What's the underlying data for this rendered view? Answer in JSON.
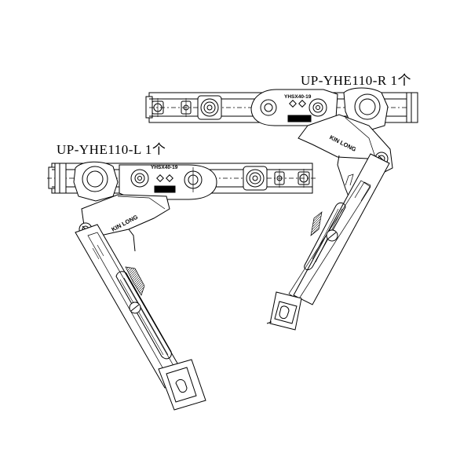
{
  "labels": {
    "right_part": "UP-YHE110-R 1个",
    "left_part": "UP-YHE110-L 1个",
    "brand_stamp": "KIN LONG",
    "model_stamp": "YHSX40-19"
  },
  "colors": {
    "line": "#000000",
    "background": "#ffffff",
    "label_bar": "#000000"
  }
}
